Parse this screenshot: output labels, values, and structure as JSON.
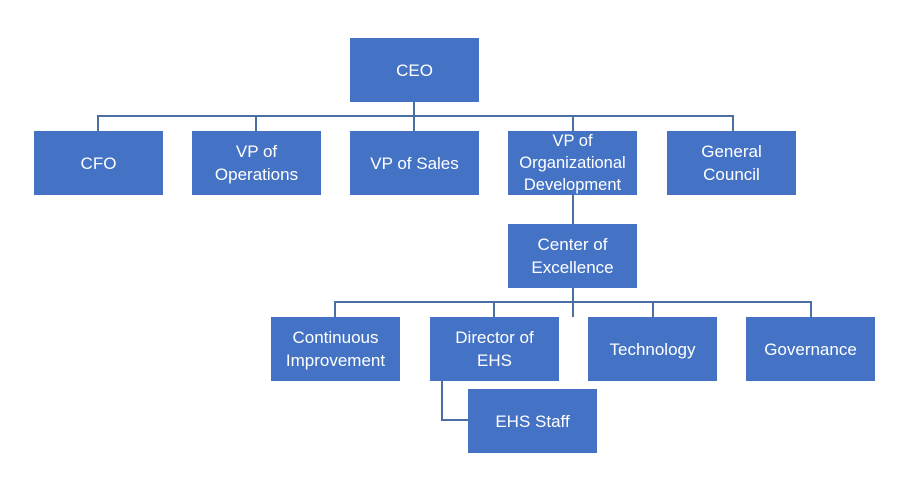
{
  "colors": {
    "box": "#4472C4",
    "connector": "#4A6FA5",
    "text": "#FFFFFF"
  },
  "nodes": {
    "ceo": "CEO",
    "cfo": "CFO",
    "vp_operations": "VP of Operations",
    "vp_sales": "VP of Sales",
    "vp_org_dev": "VP of Organizational Development",
    "general_council": "General Council",
    "center_of_excellence": "Center of Excellence",
    "continuous_improvement": "Continuous Improvement",
    "director_ehs": "Director of EHS",
    "technology": "Technology",
    "governance": "Governance",
    "ehs_staff": "EHS Staff"
  }
}
